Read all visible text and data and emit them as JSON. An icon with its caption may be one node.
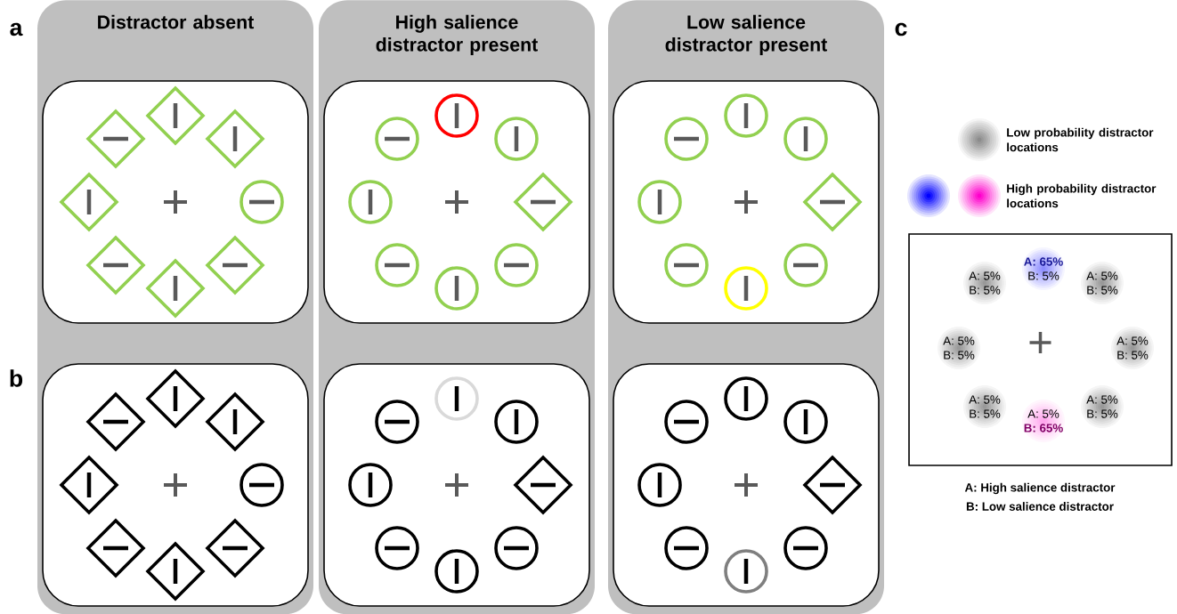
{
  "diagram": {
    "nodes": [
      {
        "text": [
          "Distractor absent"
        ]
      },
      {
        "text": [
          "High salience distractor present"
        ]
      },
      {
        "text": [
          "Low salience distractor present"
        ]
      },
      {
        "text": [],
        "shape": "box",
        "in": 0
      },
      {
        "text": [],
        "shape": "box",
        "in": 0
      },
      {
        "text": [],
        "shape": "box",
        "in": 1
      },
      {
        "text": [],
        "shape": "box",
        "in": 1
      },
      {
        "text": [],
        "shape": "box",
        "in": 2
      },
      {
        "text": [],
        "shape": "box",
        "in": 2
      },
      {
        "text": [],
        "shape": "box"
      },
      {
        "text": [
          "A: 65%",
          "B: 5%"
        ],
        "in": 9
      },
      {
        "text": [
          "A: 5%",
          "B: 5%"
        ],
        "in": 9
      },
      {
        "text": [
          "A: 5%",
          "B: 5%"
        ],
        "in": 9
      },
      {
        "text": [
          "A: 5%",
          "B: 5%"
        ],
        "in": 9
      },
      {
        "text": [
          "A: 5%",
          "B: 5%"
        ],
        "in": 9
      },
      {
        "text": [
          "A: 5%",
          "B: 5%"
        ],
        "in": 9
      },
      {
        "text": [
          "A: 5%",
          "B: 5%"
        ],
        "in": 9
      },
      {
        "text": [
          "A: 5%",
          "B: 65%"
        ],
        "in": 9
      }
    ],
    "labels": [
      "a",
      "b",
      "c",
      "A: High salience distractor",
      "B: Low salience distractor"
    ],
    "legend": [
      {
        "text": "Low probability distractor locations"
      },
      {
        "text": "High probability distractor locations"
      }
    ]
  }
}
